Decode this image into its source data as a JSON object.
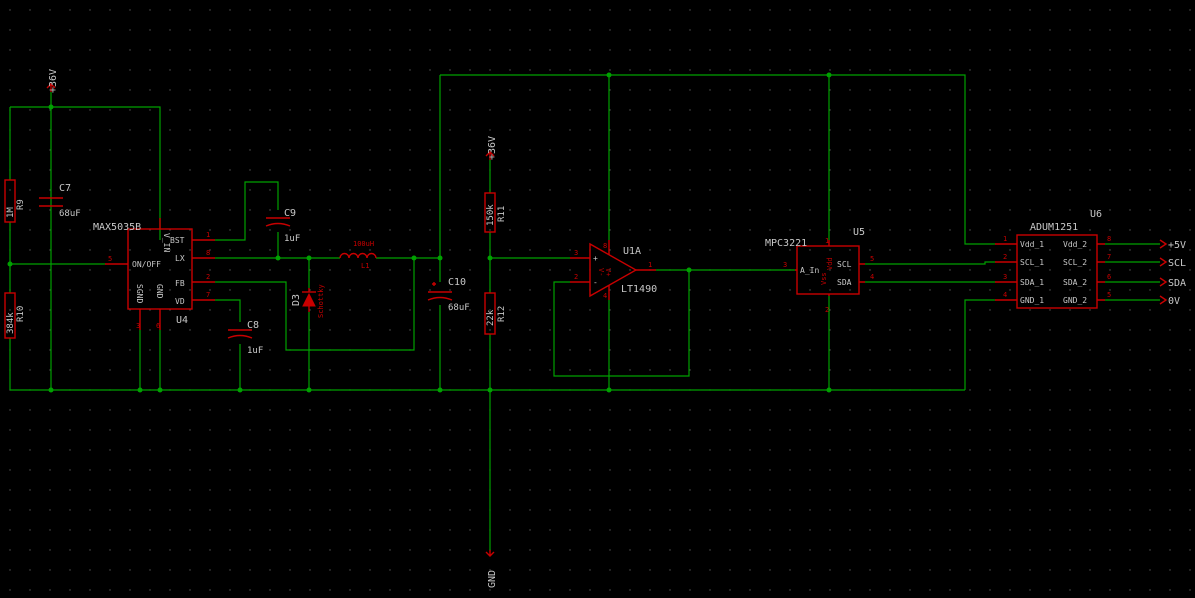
{
  "power": {
    "p36_left": "+36V",
    "p36_mid": "+36V",
    "gnd": "GND"
  },
  "components": {
    "r9": {
      "ref": "R9",
      "value": "1M"
    },
    "r10": {
      "ref": "R10",
      "value": "384k"
    },
    "c7": {
      "ref": "C7",
      "value": "68uF"
    },
    "u4": {
      "ref": "U4",
      "value": "MAX5035B",
      "pins": {
        "bst": "BST",
        "lx": "LX",
        "vin": "V_IN",
        "onoff": "ON/OFF",
        "fb": "FB",
        "vd": "VD",
        "sgnd": "SGND",
        "gnd": "GND"
      }
    },
    "c9": {
      "ref": "C9",
      "value": "1uF"
    },
    "c8": {
      "ref": "C8",
      "value": "1uF"
    },
    "d3": {
      "ref": "D3",
      "value": "Schottky"
    },
    "l1": {
      "ref": "L1",
      "value": "100uH"
    },
    "c10": {
      "ref": "C10",
      "value": "68uF"
    },
    "r11": {
      "ref": "R11",
      "value": "150k"
    },
    "r12": {
      "ref": "R12",
      "value": "22k"
    },
    "u1a": {
      "ref": "U1A",
      "value": "LT1490"
    },
    "u5": {
      "ref": "U5",
      "value": "MPC3221",
      "pins": {
        "ain": "A_In",
        "scl": "SCL",
        "sda": "SDA",
        "vss": "Vss",
        "vdd": "Vdd"
      }
    },
    "u6": {
      "ref": "U6",
      "value": "ADUM1251",
      "pins": {
        "vdd1": "Vdd_1",
        "scl1": "SCL_1",
        "sda1": "SDA_1",
        "gnd1": "GND_1",
        "vdd2": "Vdd_2",
        "scl2": "SCL_2",
        "sda2": "SDA_2",
        "gnd2": "GND_2"
      }
    }
  },
  "nets": {
    "p5v": "+5V",
    "scl": "SCL",
    "sda": "SDA",
    "ov": "0V"
  },
  "pin_numbers": {
    "u4_5": "5",
    "u4_1": "1",
    "u4_8": "8",
    "u4_2": "2",
    "u4_7": "7",
    "u4_3": "3",
    "u4_6": "6",
    "u1_3": "3",
    "u1_2": "2",
    "u1_1": "1",
    "u1_8": "8",
    "u1_4": "4",
    "u5_3": "3",
    "u5_5": "5",
    "u5_4": "4",
    "u5_1": "1",
    "u5_2": "2",
    "u6_1": "1",
    "u6_2": "2",
    "u6_3": "3",
    "u6_4": "4",
    "u6_5": "5",
    "u6_6": "6",
    "u6_7": "7",
    "u6_8": "8"
  },
  "colors": {
    "background": "#000000",
    "wire": "#00a000",
    "component": "#c80000",
    "text": "#c8c8c8"
  }
}
